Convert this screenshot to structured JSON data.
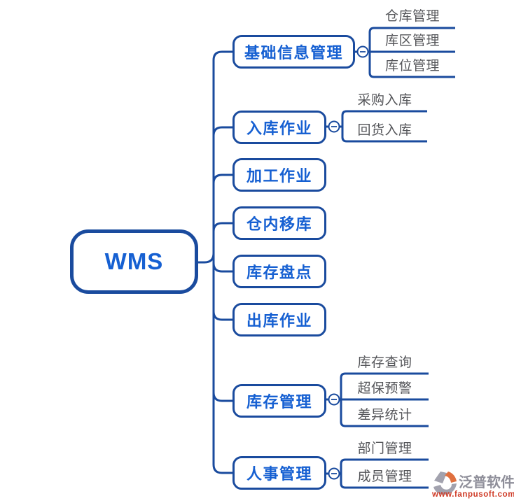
{
  "root": {
    "label": "WMS"
  },
  "branches": [
    {
      "label": "基础信息管理",
      "children": [
        "仓库管理",
        "库区管理",
        "库位管理"
      ]
    },
    {
      "label": "入库作业",
      "children": [
        "采购入库",
        "回货入库"
      ]
    },
    {
      "label": "加工作业",
      "children": []
    },
    {
      "label": "仓内移库",
      "children": []
    },
    {
      "label": "库存盘点",
      "children": []
    },
    {
      "label": "出库作业",
      "children": []
    },
    {
      "label": "库存管理",
      "children": [
        "库存查询",
        "超保预警",
        "差异统计"
      ]
    },
    {
      "label": "人事管理",
      "children": [
        "部门管理",
        "成员管理"
      ]
    }
  ],
  "icons": {
    "collapse": "minus-in-circle"
  },
  "watermark": {
    "brand": "泛普软件",
    "url": "www.fanpusoft.com"
  },
  "colors": {
    "line": "#1a4b9e",
    "node_text": "#1660d2",
    "child_text": "#55565a",
    "brand_gray": "#8f8f9a",
    "brand_red": "#cf3a26",
    "brand_orange": "#e0703f"
  }
}
